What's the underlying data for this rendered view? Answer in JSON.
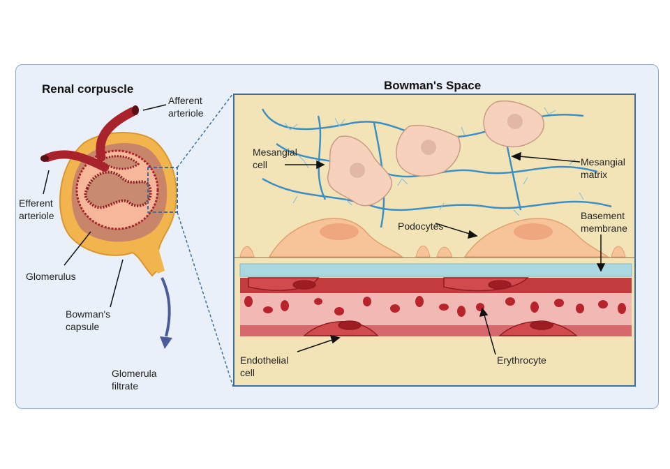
{
  "titles": {
    "left": "Renal corpuscle",
    "right": "Bowman's Space"
  },
  "left_labels": {
    "afferent": [
      "Afferent",
      "arteriole"
    ],
    "efferent": [
      "Efferent",
      "arteriole"
    ],
    "glomerulus": "Glomerulus",
    "capsule": [
      "Bowman's",
      "capsule"
    ],
    "filtrate": [
      "Glomerula",
      "filtrate"
    ]
  },
  "right_labels": {
    "mesangial_cell": [
      "Mesangial",
      "cell"
    ],
    "mesangial_matrix": [
      "Mesangial",
      "matrix"
    ],
    "podocytes": "Podocytes",
    "basement": [
      "Basement",
      "membrane"
    ],
    "endothelial": [
      "Endothelial",
      "cell"
    ],
    "erythrocyte": "Erythrocyte"
  },
  "colors": {
    "panel_bg": "#eaf0f9",
    "inset_bg": "#f3e4b8",
    "vessel": "#a8232c",
    "capsule": "#f2b44c",
    "podocyte": "#f7c49a",
    "membrane": "#a9d8e0",
    "fiber": "#3b8fc4"
  }
}
